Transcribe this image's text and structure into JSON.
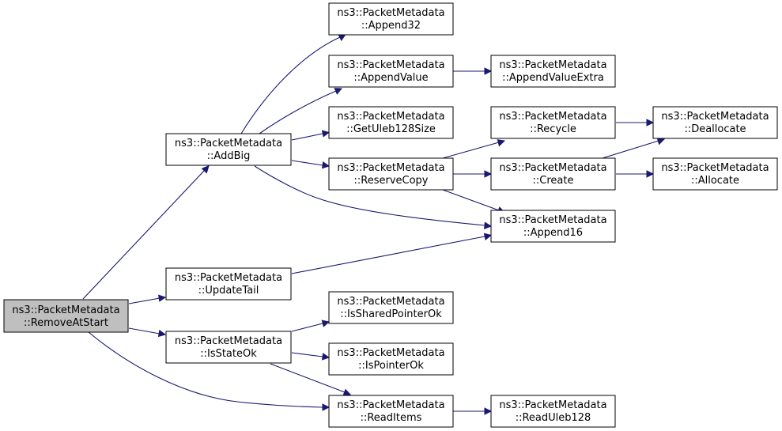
{
  "colors": {
    "node_fill": "#ffffff",
    "root_fill": "#bfbfbf",
    "node_border": "#000000",
    "edge": "#191970"
  },
  "nodes": {
    "remove_at_start": {
      "line1": "ns3::PacketMetadata",
      "line2": "::RemoveAtStart"
    },
    "add_big": {
      "line1": "ns3::PacketMetadata",
      "line2": "::AddBig"
    },
    "update_tail": {
      "line1": "ns3::PacketMetadata",
      "line2": "::UpdateTail"
    },
    "is_state_ok": {
      "line1": "ns3::PacketMetadata",
      "line2": "::IsStateOk"
    },
    "append32": {
      "line1": "ns3::PacketMetadata",
      "line2": "::Append32"
    },
    "append_value": {
      "line1": "ns3::PacketMetadata",
      "line2": "::AppendValue"
    },
    "get_uleb128_size": {
      "line1": "ns3::PacketMetadata",
      "line2": "::GetUleb128Size"
    },
    "reserve_copy": {
      "line1": "ns3::PacketMetadata",
      "line2": "::ReserveCopy"
    },
    "is_shared_pointer_ok": {
      "line1": "ns3::PacketMetadata",
      "line2": "::IsSharedPointerOk"
    },
    "is_pointer_ok": {
      "line1": "ns3::PacketMetadata",
      "line2": "::IsPointerOk"
    },
    "read_items": {
      "line1": "ns3::PacketMetadata",
      "line2": "::ReadItems"
    },
    "append_value_extra": {
      "line1": "ns3::PacketMetadata",
      "line2": "::AppendValueExtra"
    },
    "recycle": {
      "line1": "ns3::PacketMetadata",
      "line2": "::Recycle"
    },
    "create": {
      "line1": "ns3::PacketMetadata",
      "line2": "::Create"
    },
    "append16": {
      "line1": "ns3::PacketMetadata",
      "line2": "::Append16"
    },
    "read_uleb128": {
      "line1": "ns3::PacketMetadata",
      "line2": "::ReadUleb128"
    },
    "deallocate": {
      "line1": "ns3::PacketMetadata",
      "line2": "::Deallocate"
    },
    "allocate": {
      "line1": "ns3::PacketMetadata",
      "line2": "::Allocate"
    }
  },
  "edges": [
    [
      "remove_at_start",
      "add_big"
    ],
    [
      "remove_at_start",
      "update_tail"
    ],
    [
      "remove_at_start",
      "is_state_ok"
    ],
    [
      "remove_at_start",
      "read_items"
    ],
    [
      "add_big",
      "append32"
    ],
    [
      "add_big",
      "append_value"
    ],
    [
      "add_big",
      "get_uleb128_size"
    ],
    [
      "add_big",
      "reserve_copy"
    ],
    [
      "add_big",
      "append16"
    ],
    [
      "append_value",
      "append_value_extra"
    ],
    [
      "reserve_copy",
      "recycle"
    ],
    [
      "reserve_copy",
      "create"
    ],
    [
      "reserve_copy",
      "append16"
    ],
    [
      "recycle",
      "deallocate"
    ],
    [
      "create",
      "deallocate"
    ],
    [
      "create",
      "allocate"
    ],
    [
      "update_tail",
      "append16"
    ],
    [
      "is_state_ok",
      "is_shared_pointer_ok"
    ],
    [
      "is_state_ok",
      "is_pointer_ok"
    ],
    [
      "is_state_ok",
      "read_items"
    ],
    [
      "read_items",
      "read_uleb128"
    ]
  ]
}
